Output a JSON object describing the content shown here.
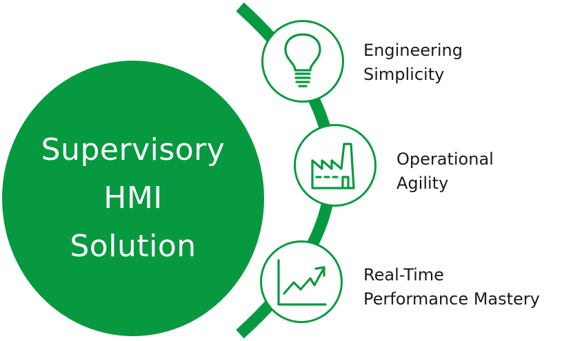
{
  "colors": {
    "brand_green": "#07993f",
    "text": "#1a1a1a",
    "background": "#ffffff"
  },
  "hub": {
    "lines": [
      "Supervisory",
      "HMI",
      "Solution"
    ]
  },
  "features": [
    {
      "icon": "lightbulb-icon",
      "lines": [
        "Engineering",
        "Simplicity"
      ]
    },
    {
      "icon": "factory-icon",
      "lines": [
        "Operational",
        "Agility"
      ]
    },
    {
      "icon": "trend-chart-icon",
      "lines": [
        "Real-Time",
        "Performance Mastery"
      ]
    }
  ]
}
